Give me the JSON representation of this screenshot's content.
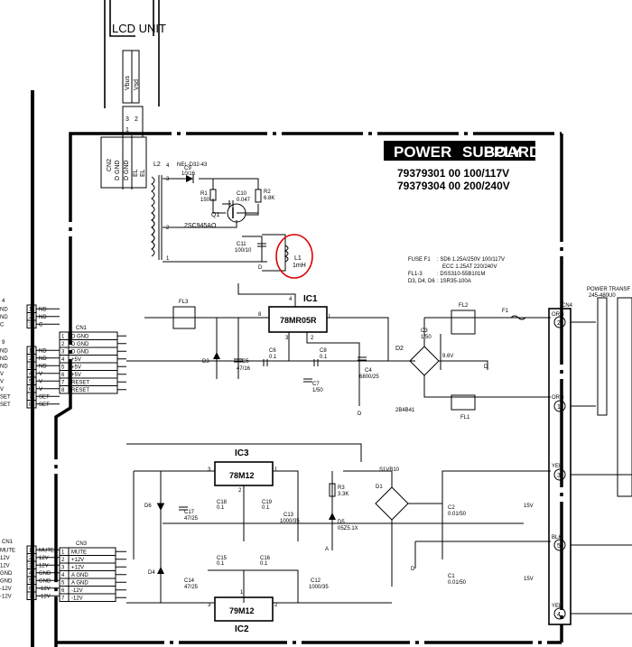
{
  "lcd": {
    "title": "LCD UNIT",
    "pins": [
      "Vbus",
      "Vsd"
    ]
  },
  "board": {
    "title_words": [
      "POWER",
      "SUPPLY",
      "BOARD"
    ],
    "part_lines": [
      "79379301 00   100/117V",
      "79379304 00   200/240V"
    ]
  },
  "notes": {
    "fuse_f1": "FUSE F1",
    "fuse_f1_val": ": SD6 1.25A/250V   100/117V",
    "fuse_f1_val2": "ECC 1.25AT         220/240V",
    "fl13": "FL1-3",
    "fl13_val": ": DSS310-55B101M",
    "diodes": "D3, D4, D6",
    "diodes_val": ": 1SR35-100A"
  },
  "power_transformer": {
    "line1": "POWER TRANSF",
    "line2": "245-480U0"
  },
  "cn2": {
    "name": "CN2",
    "pins": [
      "D GND",
      "D GND",
      "EL",
      "EL"
    ],
    "numbers": [
      "3",
      "2",
      "1"
    ]
  },
  "cn1": {
    "name": "CN1",
    "rows": [
      {
        "n": "1",
        "label": "D GND"
      },
      {
        "n": "2",
        "label": "D GND"
      },
      {
        "n": "3",
        "label": "D GND"
      },
      {
        "n": "4",
        "label": "+5V"
      },
      {
        "n": "5",
        "label": "+5V"
      },
      {
        "n": "6",
        "label": "+5V"
      },
      {
        "n": "7",
        "label": "RESET"
      },
      {
        "n": "8",
        "label": "RESET"
      }
    ]
  },
  "cn3": {
    "name": "CN3",
    "rows": [
      {
        "n": "1",
        "label": "MUTE"
      },
      {
        "n": "2",
        "label": "+12V"
      },
      {
        "n": "3",
        "label": "+12V"
      },
      {
        "n": "4",
        "label": "A GND"
      },
      {
        "n": "5",
        "label": "A GND"
      },
      {
        "n": "6",
        "label": "-12V"
      },
      {
        "n": "7",
        "label": "-12V"
      }
    ]
  },
  "left_a": {
    "name": "4",
    "rows": [
      {
        "n": "1",
        "label": "ND"
      },
      {
        "n": "2",
        "label": "ND"
      },
      {
        "n": "3",
        "label": "C"
      }
    ]
  },
  "left_b": {
    "name": "9",
    "rows": [
      {
        "n": "1",
        "label": "ND"
      },
      {
        "n": "2",
        "label": "ND"
      },
      {
        "n": "3",
        "label": "ND"
      },
      {
        "n": "4",
        "label": "V"
      },
      {
        "n": "5",
        "label": "V"
      },
      {
        "n": "6",
        "label": "V"
      },
      {
        "n": "7",
        "label": "SET"
      },
      {
        "n": "8",
        "label": "SET"
      }
    ]
  },
  "left_c": {
    "name": "CN1",
    "rows": [
      {
        "n": "1",
        "label": "MUTE"
      },
      {
        "n": "2",
        "label": "12V"
      },
      {
        "n": "3",
        "label": "12V"
      },
      {
        "n": "4",
        "label": "GND"
      },
      {
        "n": "5",
        "label": "GND"
      },
      {
        "n": "6",
        "label": "-12V"
      },
      {
        "n": "7",
        "label": "-12V"
      }
    ]
  },
  "cn4": {
    "name": "CN4",
    "terms": [
      {
        "color": "ORG",
        "n": "2"
      },
      {
        "color": "ORG",
        "n": "1"
      },
      {
        "color": "YEL",
        "n": "3"
      },
      {
        "color": "BLK",
        "n": "5"
      },
      {
        "color": "YEL",
        "n": "4"
      }
    ]
  },
  "labels": {
    "nel": "NEL-D32-43",
    "l2": "L2",
    "c9": "C9",
    "c9v": "10/16",
    "r1": "R1",
    "r1v": "150",
    "c10": "C10",
    "c10v": "0.047",
    "r2": "R2",
    "r2v": "6.8K",
    "q1": "Q1",
    "q1v": "2SC945AO",
    "c11": "C11",
    "c11v": "100/10",
    "l1": "L1",
    "l1v": "1mH",
    "d_gnd": "D",
    "ic1": "IC1",
    "ic1v": "78MR05R",
    "fl3": "FL3",
    "fl2": "FL2",
    "fl1": "FL1",
    "f1": "F1",
    "d3": "D3",
    "c5": "C5",
    "c5v": "47/16",
    "c6": "C6",
    "c6v": "0.1",
    "c8": "C8",
    "c8v": "0.1",
    "c7": "C7",
    "c7v": "1/50",
    "c4": "C4",
    "c4v": "6800/25",
    "d2": "D2",
    "d2v": "2B4B41",
    "c3": "C3",
    "c3v": "1/50",
    "v96": "9.6V",
    "ic3": "IC3",
    "ic3v": "78M12",
    "ic2": "IC2",
    "ic2v": "79M12",
    "d6": "D6",
    "d4": "D4",
    "c17": "C17",
    "c17v": "47/25",
    "c18": "C18",
    "c18v": "0.1",
    "c19": "C19",
    "c19v": "0.1",
    "c13": "C13",
    "c13v": "1000/35",
    "r3": "R3",
    "r3v": "3.3K",
    "d5": "D5",
    "d5v": "05Z5.1X",
    "s1vb": "S1VB10",
    "d1": "D1",
    "c2": "C2",
    "c2v": "0.01/50",
    "v15a": "15V",
    "v15b": "15V",
    "c14": "C14",
    "c14v": "47/25",
    "c15": "C15",
    "c15v": "0.1",
    "c16": "C16",
    "c16v": "0.1",
    "c12": "C12",
    "c12v": "1000/35",
    "c1": "C1",
    "c1v": "0.01/50",
    "a_gnd": "A",
    "d_gnd2": "D",
    "pin1": "1",
    "pin2": "2",
    "pin3": "3",
    "pin4": "4",
    "pin8": "8",
    "pinI": "I"
  }
}
